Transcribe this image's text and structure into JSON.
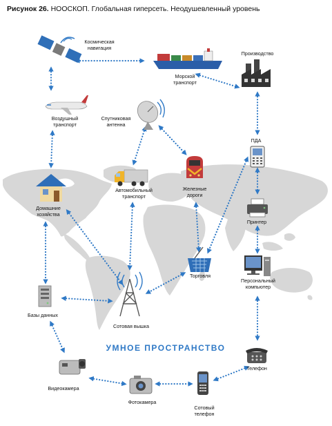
{
  "caption": {
    "bold": "Рисунок 26.",
    "text": "НООСКОП. Глобальная гиперсеть. Неодушевленный уровень"
  },
  "headline": "УМНОЕ ПРОСТРАНСТВО",
  "colors": {
    "map": "#d7d7d7",
    "link_dots": "#2f79c6",
    "headline": "#2f79c6"
  },
  "nodes": [
    {
      "id": "satnav",
      "label": "Космическая\nнавигация",
      "icon": "satellite-icon"
    },
    {
      "id": "sea",
      "label": "Морской\nтранспорт",
      "icon": "cargo-ship-icon"
    },
    {
      "id": "factory",
      "label": "Производство",
      "icon": "factory-icon"
    },
    {
      "id": "air",
      "label": "Воздушный\nтранспорт",
      "icon": "airplane-icon"
    },
    {
      "id": "dish",
      "label": "Спутниковая\nантенна",
      "icon": "satellite-dish-icon"
    },
    {
      "id": "pda",
      "label": "ПДА",
      "icon": "pda-icon"
    },
    {
      "id": "home",
      "label": "Домашние\nхозяйства",
      "icon": "house-icon"
    },
    {
      "id": "truck",
      "label": "Автомобильный\nтранспорт",
      "icon": "truck-icon"
    },
    {
      "id": "rail",
      "label": "Железные\nдороги",
      "icon": "train-icon"
    },
    {
      "id": "printer",
      "label": "Принтер",
      "icon": "printer-icon"
    },
    {
      "id": "shop",
      "label": "Торговля",
      "icon": "shopping-basket-icon"
    },
    {
      "id": "pc",
      "label": "Персональный\nкомпьютер",
      "icon": "computer-icon"
    },
    {
      "id": "db",
      "label": "Базы данных",
      "icon": "database-server-icon"
    },
    {
      "id": "tower",
      "label": "Сотовая вышка",
      "icon": "cell-tower-icon"
    },
    {
      "id": "video",
      "label": "Видеокамера",
      "icon": "video-camera-icon"
    },
    {
      "id": "phone",
      "label": "Телефон",
      "icon": "telephone-icon"
    },
    {
      "id": "photo",
      "label": "Фотокамера",
      "icon": "photo-camera-icon"
    },
    {
      "id": "cell",
      "label": "Сотовый\nтелефон",
      "icon": "mobile-phone-icon"
    }
  ]
}
